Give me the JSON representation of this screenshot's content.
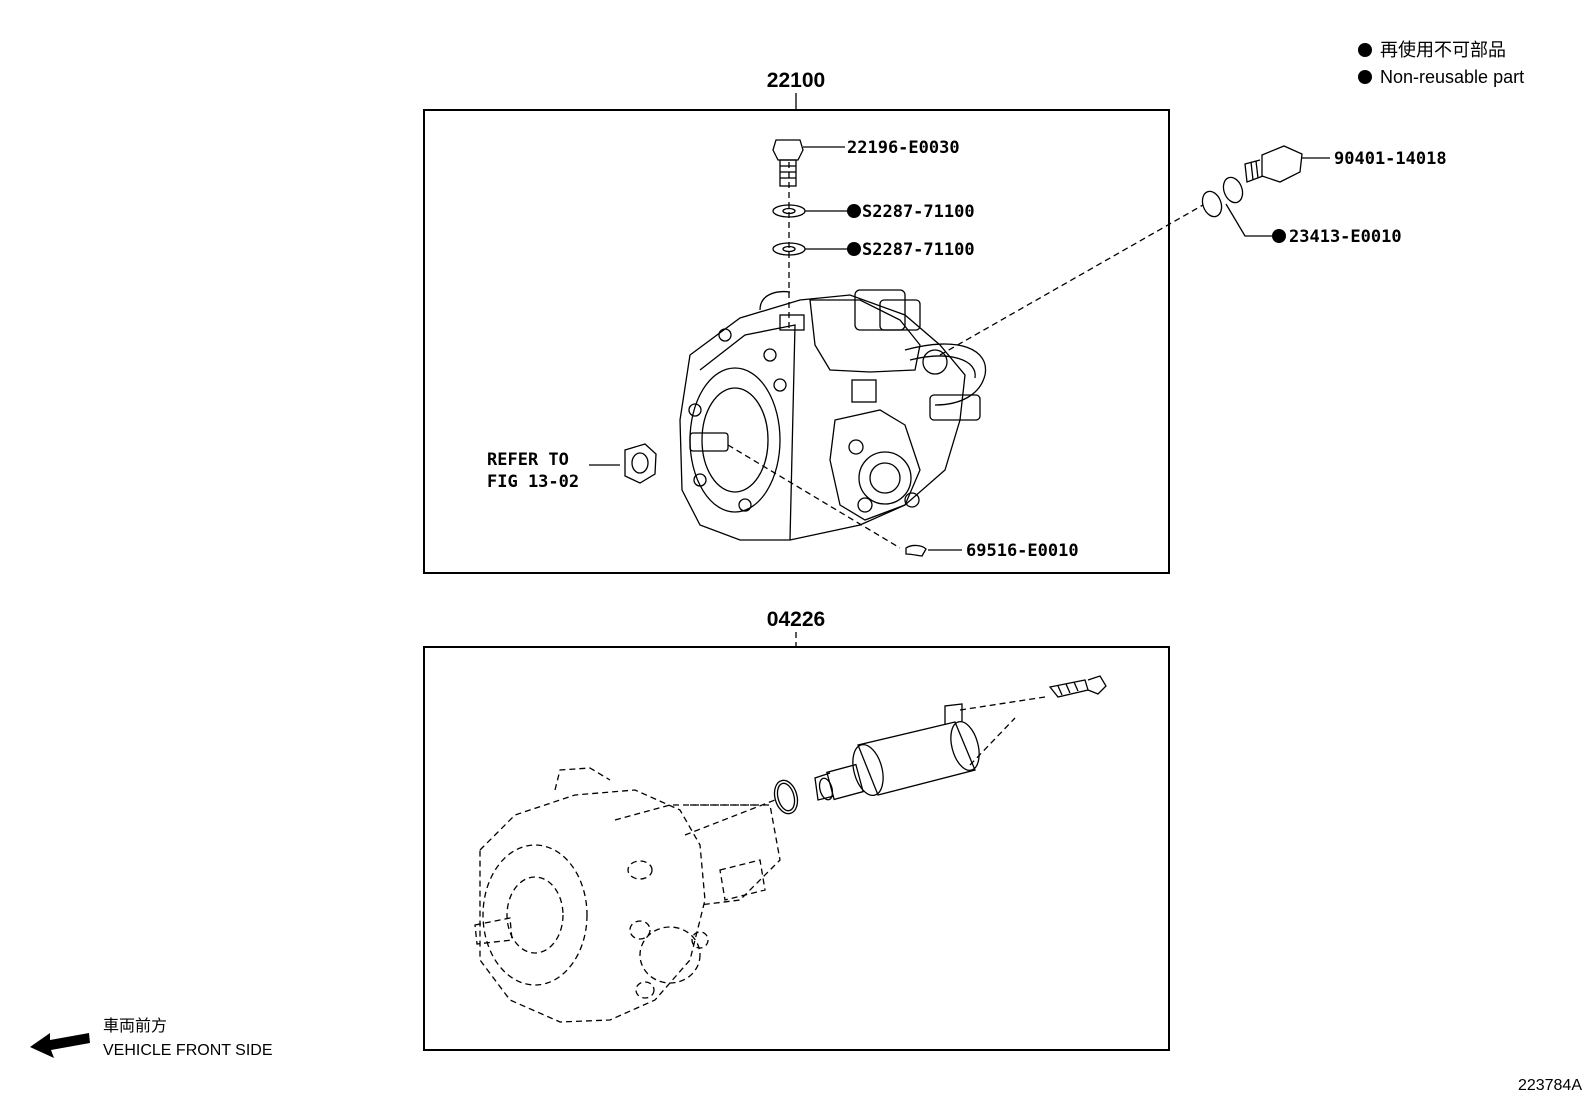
{
  "legend": {
    "japanese": "再使用不可部品",
    "english": "Non-reusable part"
  },
  "assemblies": {
    "top": {
      "number": "22100"
    },
    "bottom": {
      "number": "04226"
    }
  },
  "parts": {
    "bolt": "22196-E0030",
    "washer_1": "S2287-71100",
    "washer_2": "S2287-71100",
    "union_bolt": "90401-14018",
    "gasket": "23413-E0010",
    "key": "69516-E0010"
  },
  "reference": {
    "line1": "REFER TO",
    "line2": "FIG 13-02"
  },
  "vehicle_direction": {
    "japanese": "車両前方",
    "english": "VEHICLE FRONT SIDE"
  },
  "figure_id": "223784A"
}
